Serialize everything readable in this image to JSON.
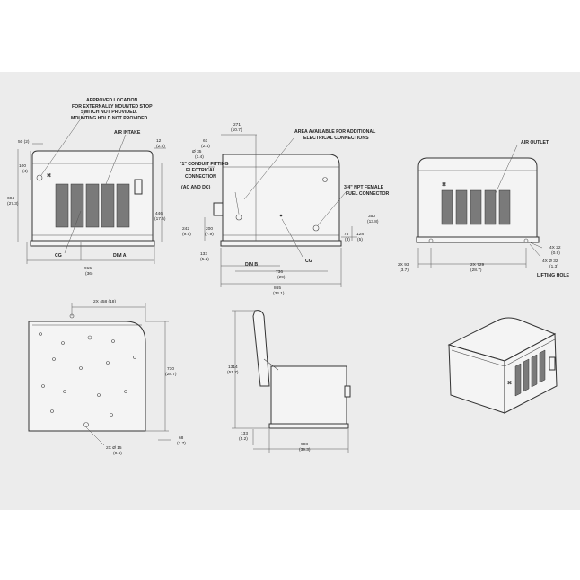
{
  "front_view": {
    "labels": {
      "approved_location": [
        "APPROVED LOCATION",
        "FOR EXTERNALLY MOUNTED STOP",
        "SWITCH NOT PROVIDED.",
        "MOUNTING HOLD NOT PROVIDED"
      ],
      "air_intake": "AIR INTAKE",
      "cg": "CG",
      "dim_a": "DIM A"
    },
    "dims": {
      "d50": "50 (2)",
      "d100": "100",
      "d100_in": "(4)",
      "d12": "12",
      "d12_in": "(2.5)",
      "d694": "694",
      "d694_in": "(27.3)",
      "d446": "446",
      "d446_in": "(17.5)",
      "d915": "915",
      "d915_in": "(36)"
    }
  },
  "side_view": {
    "labels": {
      "area_available": [
        "AREA AVAILABLE FOR ADDITIONAL",
        "ELECTRICAL CONNECTIONS"
      ],
      "conduit": [
        "\"1\" CONDUIT FITTING",
        "ELECTRICAL",
        "CONNECTION"
      ],
      "ac_dc": "(AC AND DC)",
      "npt": [
        "3/4\" NPT FEMALE",
        "FUEL CONNECTOR"
      ],
      "din_b": "DIN B",
      "cg": "CG"
    },
    "dims": {
      "d271": "271",
      "d271_in": "(10.7)",
      "d61": "61",
      "d61_in": "(2.4)",
      "d35": "Ø 35",
      "d35_in": "(1.4)",
      "d350": "350",
      "d350_in": "(13.8)",
      "d242": "242",
      "d242_in": "(9.5)",
      "d200": "200",
      "d200_in": "(7.9)",
      "d75": "75",
      "d75_in": "(3)",
      "d128": "128",
      "d128_in": "(5)",
      "d133": "133",
      "d133_in": "(5.2)",
      "d736": "736",
      "d736_in": "(29)",
      "d865": "865",
      "d865_in": "(34.1)"
    }
  },
  "rear_view": {
    "labels": {
      "air_outlet": "AIR OUTLET",
      "lifting_hole": "LIFTING HOLE"
    },
    "dims": {
      "d2x93": "2X 93",
      "d2x93_in": "(3.7)",
      "d2x729": "2X 729",
      "d2x729_in": "(28.7)",
      "d4x22": "4X 22",
      "d4x22_in": "(0.9)",
      "d4x32": "4X Ø 32",
      "d4x32_in": "(1.3)"
    }
  },
  "top_view": {
    "dims": {
      "d2x458": "2X 458 (18)",
      "d730": "730",
      "d730_in": "(28.7)",
      "d68": "68",
      "d68_in": "(2.7)",
      "d2x15": "2X Ø 15",
      "d2x15_in": "(0.6)"
    }
  },
  "open_view": {
    "dims": {
      "d1314": "1314",
      "d1314_in": "(51.7)",
      "d133": "133",
      "d133_in": "(5.2)",
      "d998": "998",
      "d998_in": "(39.3)"
    }
  }
}
